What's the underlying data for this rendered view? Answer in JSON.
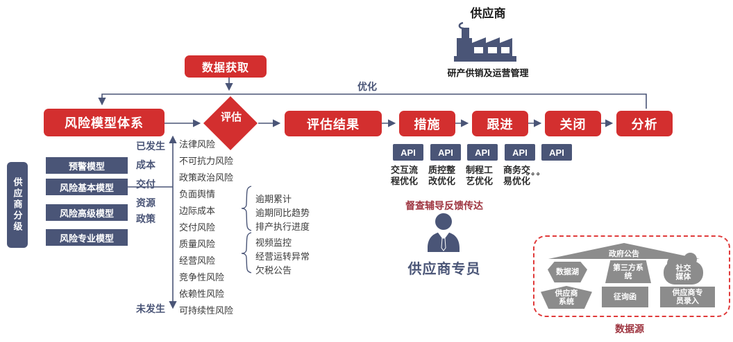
{
  "palette": {
    "red": "#d32f2f",
    "navy": "#4a5577",
    "dark_red": "#9e3540",
    "shape_gray": "#8c8c8c"
  },
  "supplier": {
    "title": "供应商",
    "caption": "研产供销及运营管理"
  },
  "flow": {
    "data_acquisition": "数据获取",
    "optimize": "优化",
    "model_system": "风险模型体系",
    "evaluate": "评估",
    "result": "评估结果",
    "measure": "措施",
    "follow": "跟进",
    "close": "关闭",
    "analyze": "分析"
  },
  "api": {
    "label": "API",
    "actions": [
      "交互流程优化",
      "质控整改优化",
      "制程工艺优化",
      "商务交易优化"
    ],
    "ellipsis": "。。。"
  },
  "specialist": {
    "feedback": "督查辅导反馈传达",
    "name": "供应商专员"
  },
  "grading": {
    "ribbon": "供应商分级",
    "models": [
      "预警模型",
      "风险基本模型",
      "风险高级模型",
      "风险专业模型"
    ]
  },
  "axis": {
    "occurred": "已发生",
    "not_occurred": "未发生",
    "categories": [
      "成本",
      "交付",
      "资源",
      "政策"
    ]
  },
  "risks": [
    "法律风险",
    "不可抗力风险",
    "政策政治风险",
    "负面舆情",
    "边际成本",
    "交付风险",
    "质量风险",
    "经营风险",
    "竞争性风险",
    "依赖性风险",
    "可持续性风险"
  ],
  "signals": {
    "group1": [
      "逾期累计",
      "逾期同比趋势",
      "排产执行进度"
    ],
    "group2": [
      "视频监控",
      "经营运转异常",
      "欠税公告"
    ]
  },
  "datasource": {
    "title": "数据源",
    "gov": "政府公告",
    "lake": "数据湖",
    "third_party": "第三方系统",
    "social": "社交媒体",
    "supplier_system": "供应商系统",
    "inquiry": "征询函",
    "manual_entry": "供应商专员录入"
  }
}
